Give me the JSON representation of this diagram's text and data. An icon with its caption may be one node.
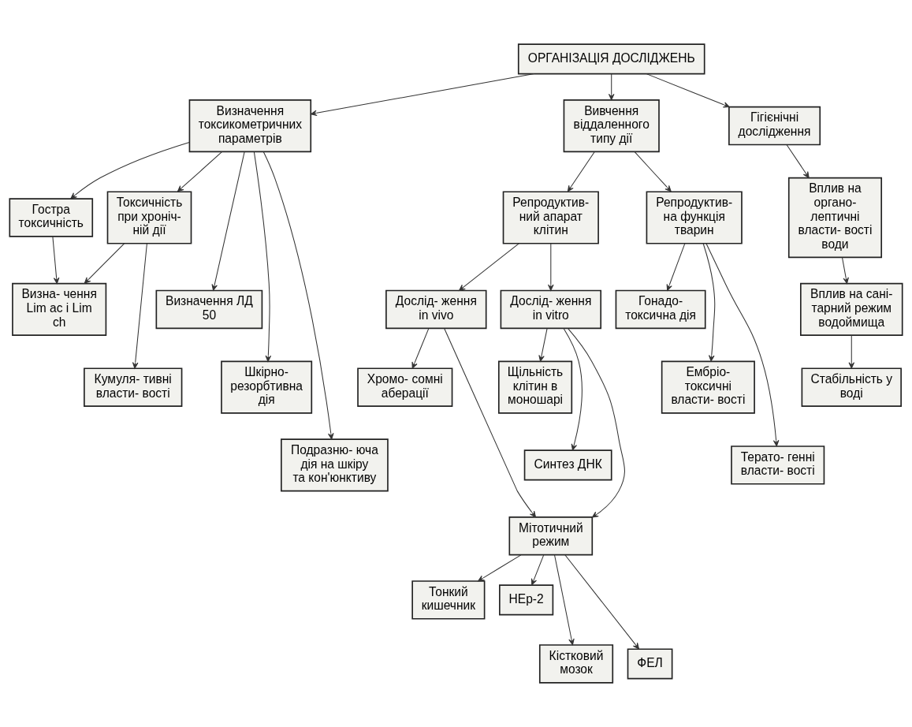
{
  "diagram": {
    "nodes": [
      {
        "text": [
          "ОРГАНІЗАЦІЯ ДОСЛІДЖЕНЬ"
        ]
      },
      {
        "text": [
          "Визначення токсикометричних параметрів"
        ]
      },
      {
        "text": [
          "Вивчення віддаленного типу дії"
        ]
      },
      {
        "text": [
          "Гігієнічні дослідження"
        ]
      },
      {
        "text": [
          "Гостра токсичність"
        ]
      },
      {
        "text": [
          "Токсичність при хроніч- ній дії"
        ]
      },
      {
        "text": [
          "Репродуктив- ний апарат клітин"
        ]
      },
      {
        "text": [
          "Репродуктив- на функція тварин"
        ]
      },
      {
        "text": [
          "Вплив на органо- лептичні власти- вості води"
        ]
      },
      {
        "text": [
          "Визначення ЛД 50"
        ]
      },
      {
        "text": [
          "Визна- чення Lim ac і Lim ch"
        ]
      },
      {
        "text": [
          "Дослід- ження in vivo"
        ]
      },
      {
        "text": [
          "Дослід- ження in vitro"
        ]
      },
      {
        "text": [
          "Гонадо- токсична дія"
        ]
      },
      {
        "text": [
          "Вплив на сані- тарний режим водоймища"
        ]
      },
      {
        "text": [
          "Шкірно- резорбтивна дія"
        ]
      },
      {
        "text": [
          "Хромо- сомні аберації"
        ]
      },
      {
        "text": [
          "Щільність клітин в моношарі"
        ]
      },
      {
        "text": [
          "Ембріо- токсичні власти- вості"
        ]
      },
      {
        "text": [
          "Стабільність у воді"
        ]
      },
      {
        "text": [
          "Подразню- юча дія на шкіру та кон'юнктиву"
        ]
      },
      {
        "text": [
          "Кумуля- тивні власти- вості"
        ]
      },
      {
        "text": [
          "Синтез ДНК"
        ]
      },
      {
        "text": [
          "Терато- генні власти- вості"
        ]
      },
      {
        "text": [
          "Мітотичний режим"
        ]
      },
      {
        "text": [
          "Тонкий кишечник"
        ]
      },
      {
        "text": [
          "НЕр-2"
        ]
      },
      {
        "text": [
          "Кістковий мозок"
        ]
      },
      {
        "text": [
          "ФЕЛ"
        ]
      }
    ],
    "edges": [
      {
        "from": 0,
        "to": 1,
        "arrow": "to"
      },
      {
        "from": 0,
        "to": 2,
        "arrow": "to"
      },
      {
        "from": 0,
        "to": 3,
        "arrow": "to"
      },
      {
        "from": 1,
        "to": 4,
        "arrow": "to"
      },
      {
        "from": 1,
        "to": 9,
        "arrow": "to"
      },
      {
        "from": 1,
        "to": 15,
        "arrow": "to"
      },
      {
        "from": 1,
        "to": 20,
        "arrow": "to"
      },
      {
        "from": 1,
        "to": 5,
        "arrow": "to"
      },
      {
        "from": 2,
        "to": 6,
        "arrow": "to"
      },
      {
        "from": 2,
        "to": 7,
        "arrow": "to"
      },
      {
        "from": 3,
        "to": 8,
        "arrow": "to"
      },
      {
        "from": 4,
        "to": 10,
        "arrow": "to"
      },
      {
        "from": 5,
        "to": 10,
        "arrow": "to"
      },
      {
        "from": 5,
        "to": 21,
        "arrow": "to"
      },
      {
        "from": 6,
        "to": 11,
        "arrow": "to"
      },
      {
        "from": 6,
        "to": 12,
        "arrow": "to"
      },
      {
        "from": 7,
        "to": 13,
        "arrow": "to"
      },
      {
        "from": 7,
        "to": 18,
        "arrow": "to"
      },
      {
        "from": 7,
        "to": 23,
        "arrow": "to"
      },
      {
        "from": 8,
        "to": 14,
        "arrow": "to"
      },
      {
        "from": 14,
        "to": 19,
        "arrow": "to"
      },
      {
        "from": 11,
        "to": 16,
        "arrow": "to"
      },
      {
        "from": 11,
        "to": 24,
        "arrow": "to"
      },
      {
        "from": 12,
        "to": 17,
        "arrow": "to"
      },
      {
        "from": 12,
        "to": 22,
        "arrow": "to"
      },
      {
        "from": 12,
        "to": 24,
        "arrow": "to"
      },
      {
        "from": 24,
        "to": 25,
        "arrow": "to"
      },
      {
        "from": 24,
        "to": 26,
        "arrow": "to"
      },
      {
        "from": 24,
        "to": 27,
        "arrow": "to"
      },
      {
        "from": 24,
        "to": 28,
        "arrow": "to"
      }
    ]
  }
}
